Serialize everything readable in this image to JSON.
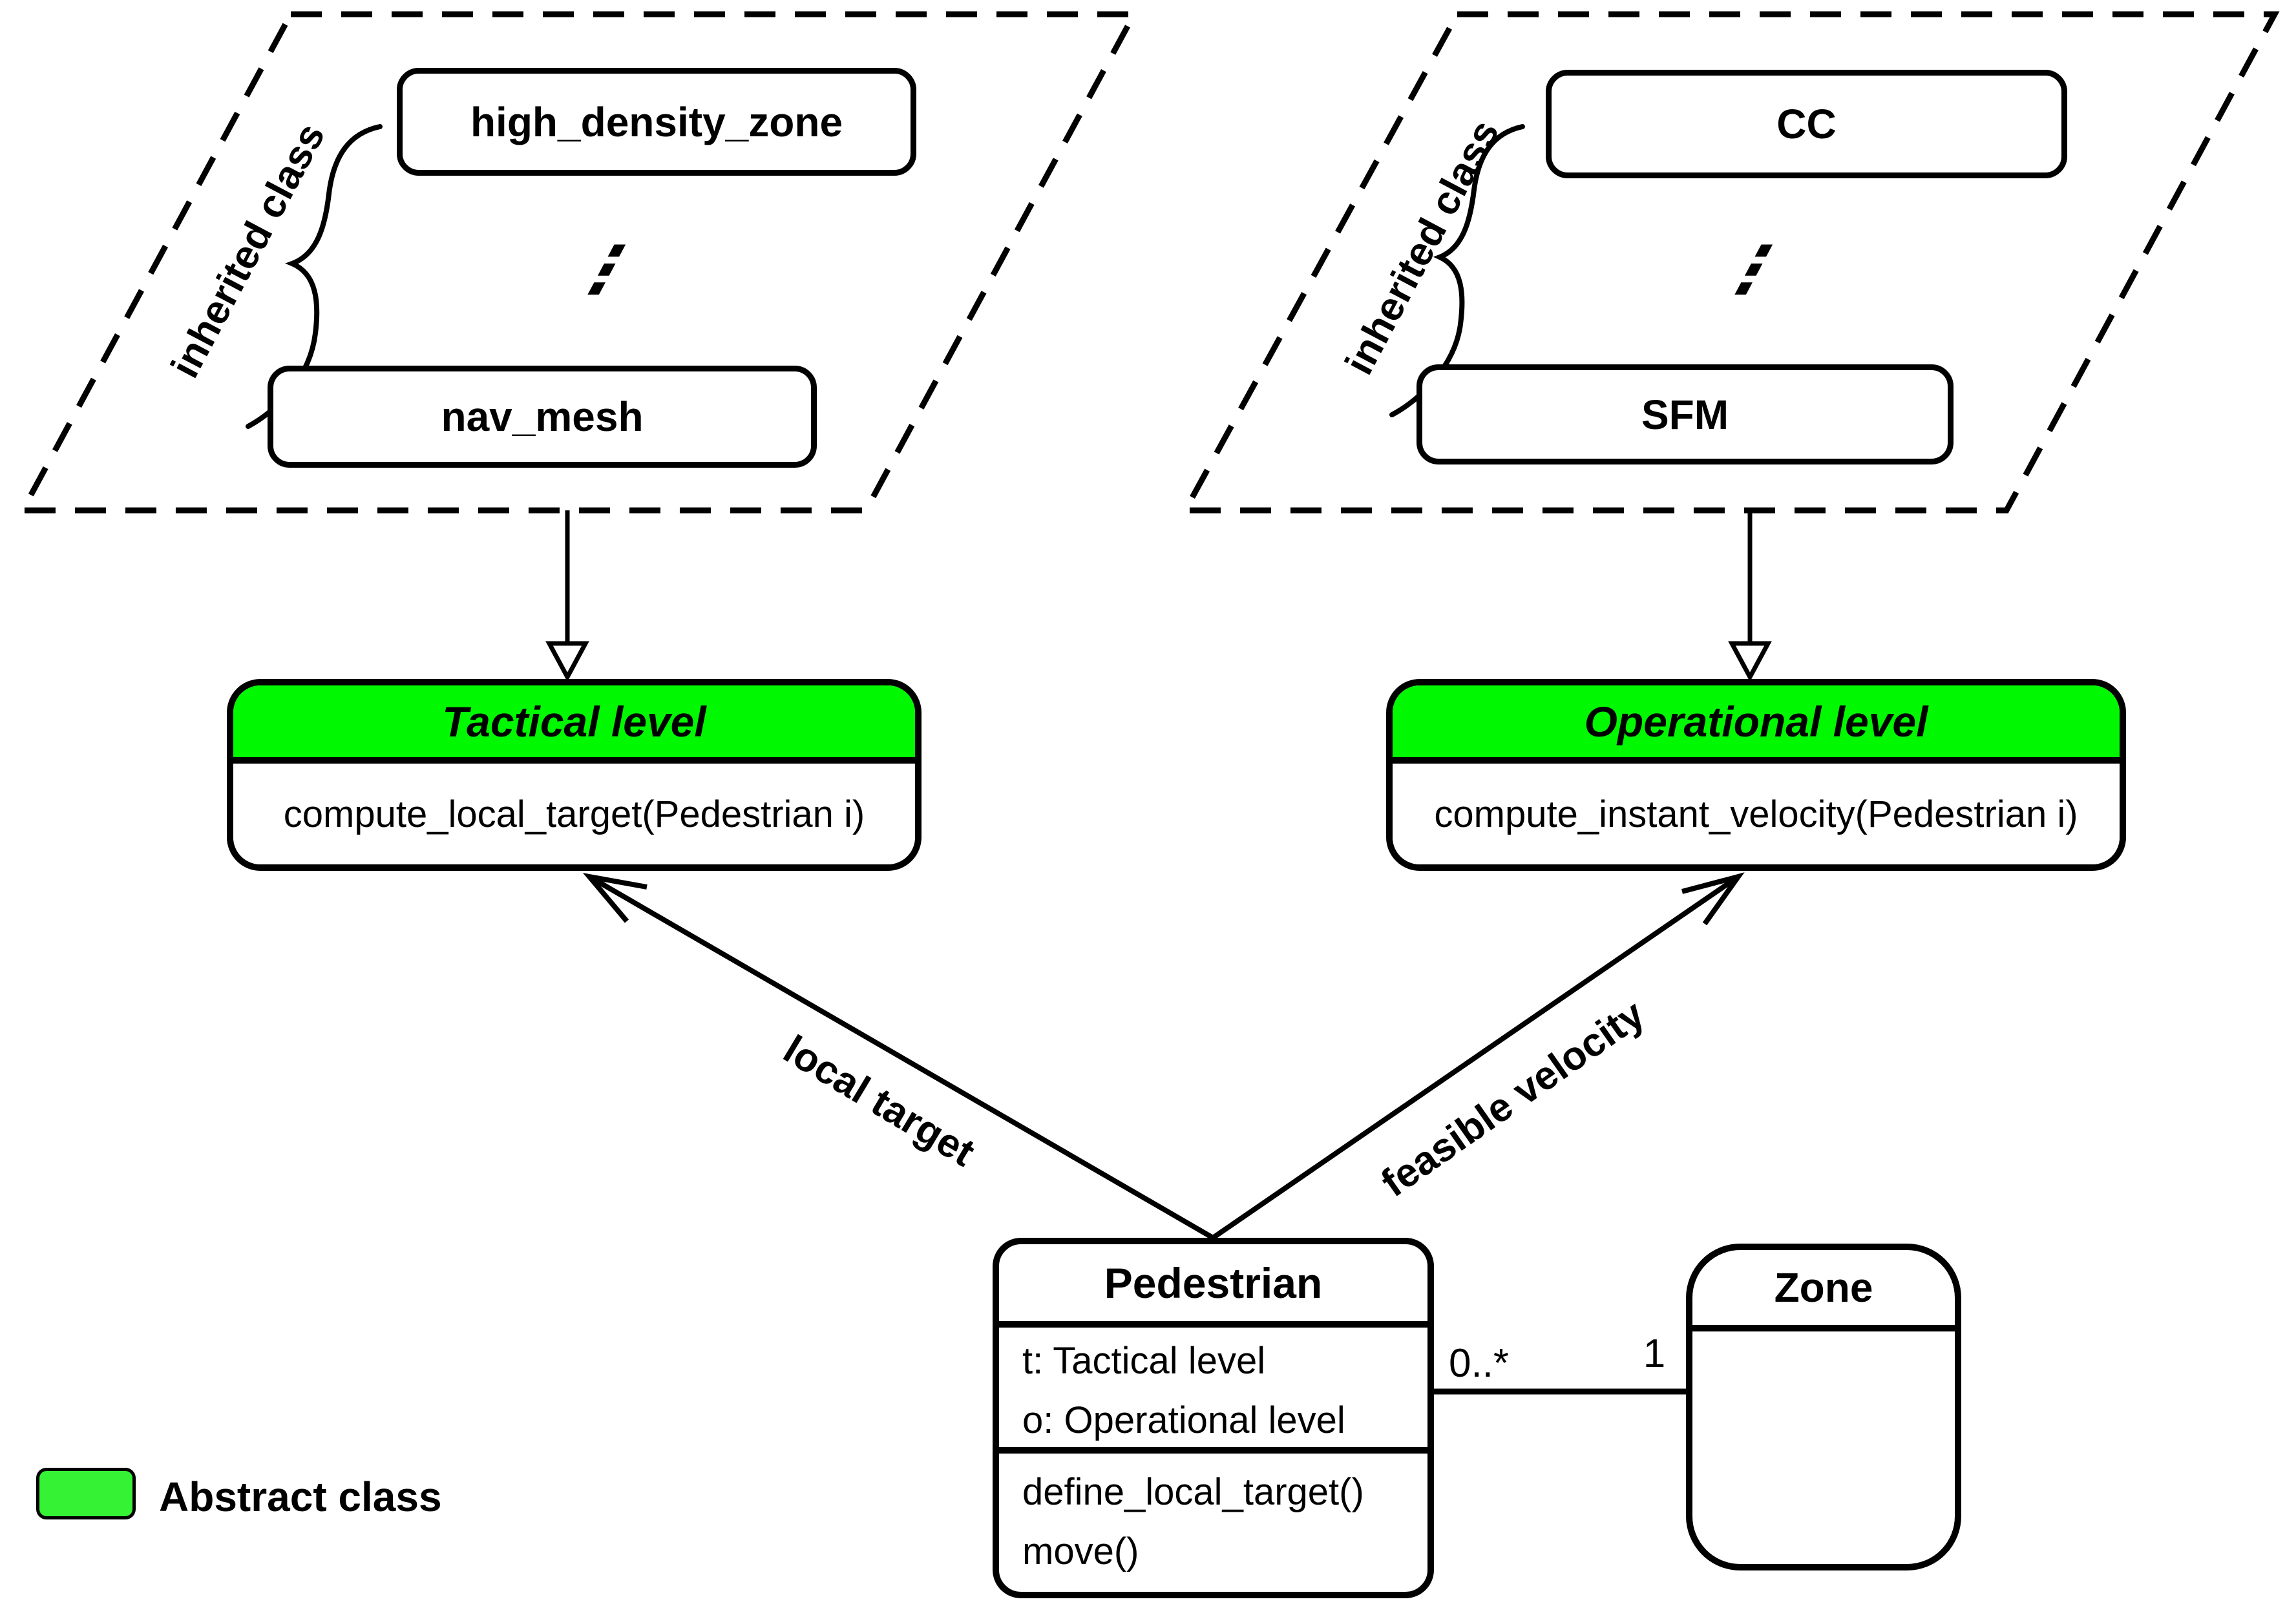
{
  "diagram": {
    "inherited_groups": [
      {
        "label": "inherited class",
        "classes": [
          "high_density_zone",
          "nav_mesh"
        ],
        "ellipsis": "⋮"
      },
      {
        "label": "inherited class",
        "classes": [
          "CC",
          "SFM"
        ],
        "ellipsis": "⋮"
      }
    ],
    "abstract_classes": [
      {
        "title": "Tactical level",
        "method": "compute_local_target(Pedestrian i)"
      },
      {
        "title": "Operational level",
        "method": "compute_instant_velocity(Pedestrian i)"
      }
    ],
    "pedestrian": {
      "title": "Pedestrian",
      "attributes": [
        "t: Tactical level",
        "o: Operational level"
      ],
      "methods": [
        "define_local_target()",
        "move()"
      ]
    },
    "zone": {
      "title": "Zone"
    },
    "edge_labels": {
      "local_target": "local target",
      "feasible_velocity": "feasible velocity"
    },
    "association": {
      "pedestrian_multiplicity": "0..*",
      "zone_multiplicity": "1"
    },
    "legend": {
      "label": "Abstract class"
    },
    "colors": {
      "abstract_header_green": "#00f800",
      "legend_green": "#35f235",
      "stroke": "#000000",
      "background": "#ffffff"
    }
  }
}
